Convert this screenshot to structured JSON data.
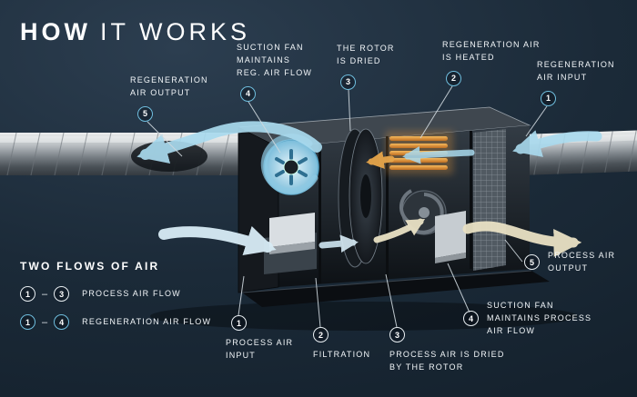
{
  "title": {
    "bold": "HOW",
    "light": "IT WORKS"
  },
  "callouts": {
    "regen_output": {
      "num": "5",
      "label": "REGENERATION\nAIR OUTPUT"
    },
    "suction_regen": {
      "num": "4",
      "label": "SUCTION FAN\nMAINTAINS\nREG. AIR FLOW"
    },
    "rotor_dried": {
      "num": "3",
      "label": "THE ROTOR\nIS DRIED"
    },
    "regen_heated": {
      "num": "2",
      "label": "REGENERATION AIR\nIS HEATED"
    },
    "regen_input": {
      "num": "1",
      "label": "REGENERATION\nAIR INPUT"
    },
    "process_input": {
      "num": "1",
      "label": "PROCESS AIR\nINPUT"
    },
    "filtration": {
      "num": "2",
      "label": "FILTRATION"
    },
    "process_dried": {
      "num": "3",
      "label": "PROCESS AIR IS DRIED\nBY THE ROTOR"
    },
    "suction_process": {
      "num": "4",
      "label": "SUCTION FAN\nMAINTAINS PROCESS\nAIR FLOW"
    },
    "process_output": {
      "num": "5",
      "label": "PROCESS AIR\nOUTPUT"
    }
  },
  "legend": {
    "title": "TWO FLOWS OF AIR",
    "rows": [
      {
        "from": "1",
        "dash": "–",
        "to": "3",
        "label": "PROCESS AIR FLOW"
      },
      {
        "from": "1",
        "dash": "–",
        "to": "4",
        "label": "REGENERATION AIR FLOW"
      }
    ]
  },
  "colors": {
    "background": "#1b2a38",
    "accent_blue": "#7cc3e2",
    "process_white": "#e8eef2",
    "heater_orange": "#e59a3c",
    "output_cream": "#e7dfc0"
  }
}
